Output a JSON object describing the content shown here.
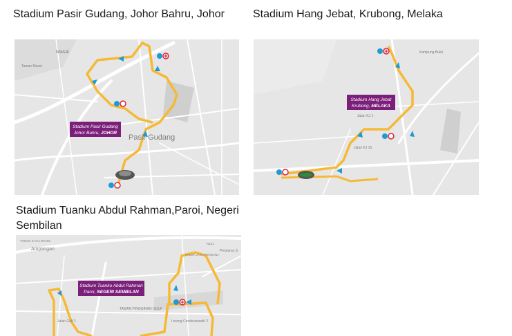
{
  "panels": [
    {
      "heading": "Stadium Pasir Gudang, Johor Bahru, Johor",
      "callout": {
        "line1": "Stadium Pasir Gudang",
        "line2_prefix": "Johor Bahru, ",
        "line2_bold": "JOHOR"
      },
      "labels": {
        "l1": "Masai",
        "l2": "Pasir Gudang",
        "l3": "Taman Masai"
      }
    },
    {
      "heading": "Stadium Hang Jebat, Krubong, Melaka",
      "callout": {
        "line1": "Stadium Hang Jebat",
        "line2_prefix": "Krubong, ",
        "line2_bold": "MELAKA"
      },
      "labels": {
        "l1": "Jalan KJ 1",
        "l2": "Jalan KJ 16",
        "l3": "Kampung Bukit"
      }
    },
    {
      "heading": "Stadium Tuanku Abdul Rahman,Paroi, Negeri Sembilan",
      "callout": {
        "line1": "Stadium Tuanku Abdul Rahman",
        "line2_prefix": "Paroi, ",
        "line2_bold": "NEGERI SEMBILAN"
      },
      "labels": {
        "l1": "Ampangan",
        "l2": "TAMAN KAYU MANIS",
        "l3": "PALMA JAYA PERDANA",
        "l4": "TAMAN PINGGIRAN GOLF",
        "l5": "Jalan Golf 2",
        "l6": "Lorong Cenderawasih 2",
        "l7": "Persiaran S",
        "l8": "N151"
      }
    }
  ],
  "colors": {
    "map_bg": "#e6e6e6",
    "route": "#f5b936",
    "arrow": "#1e9ad6",
    "callout": "#7b1f7a",
    "road": "#ffffff",
    "green": "#2e8b3a"
  },
  "icons": [
    "water-station-icon",
    "first-aid-icon",
    "direction-arrow-icon",
    "stadium-icon"
  ]
}
